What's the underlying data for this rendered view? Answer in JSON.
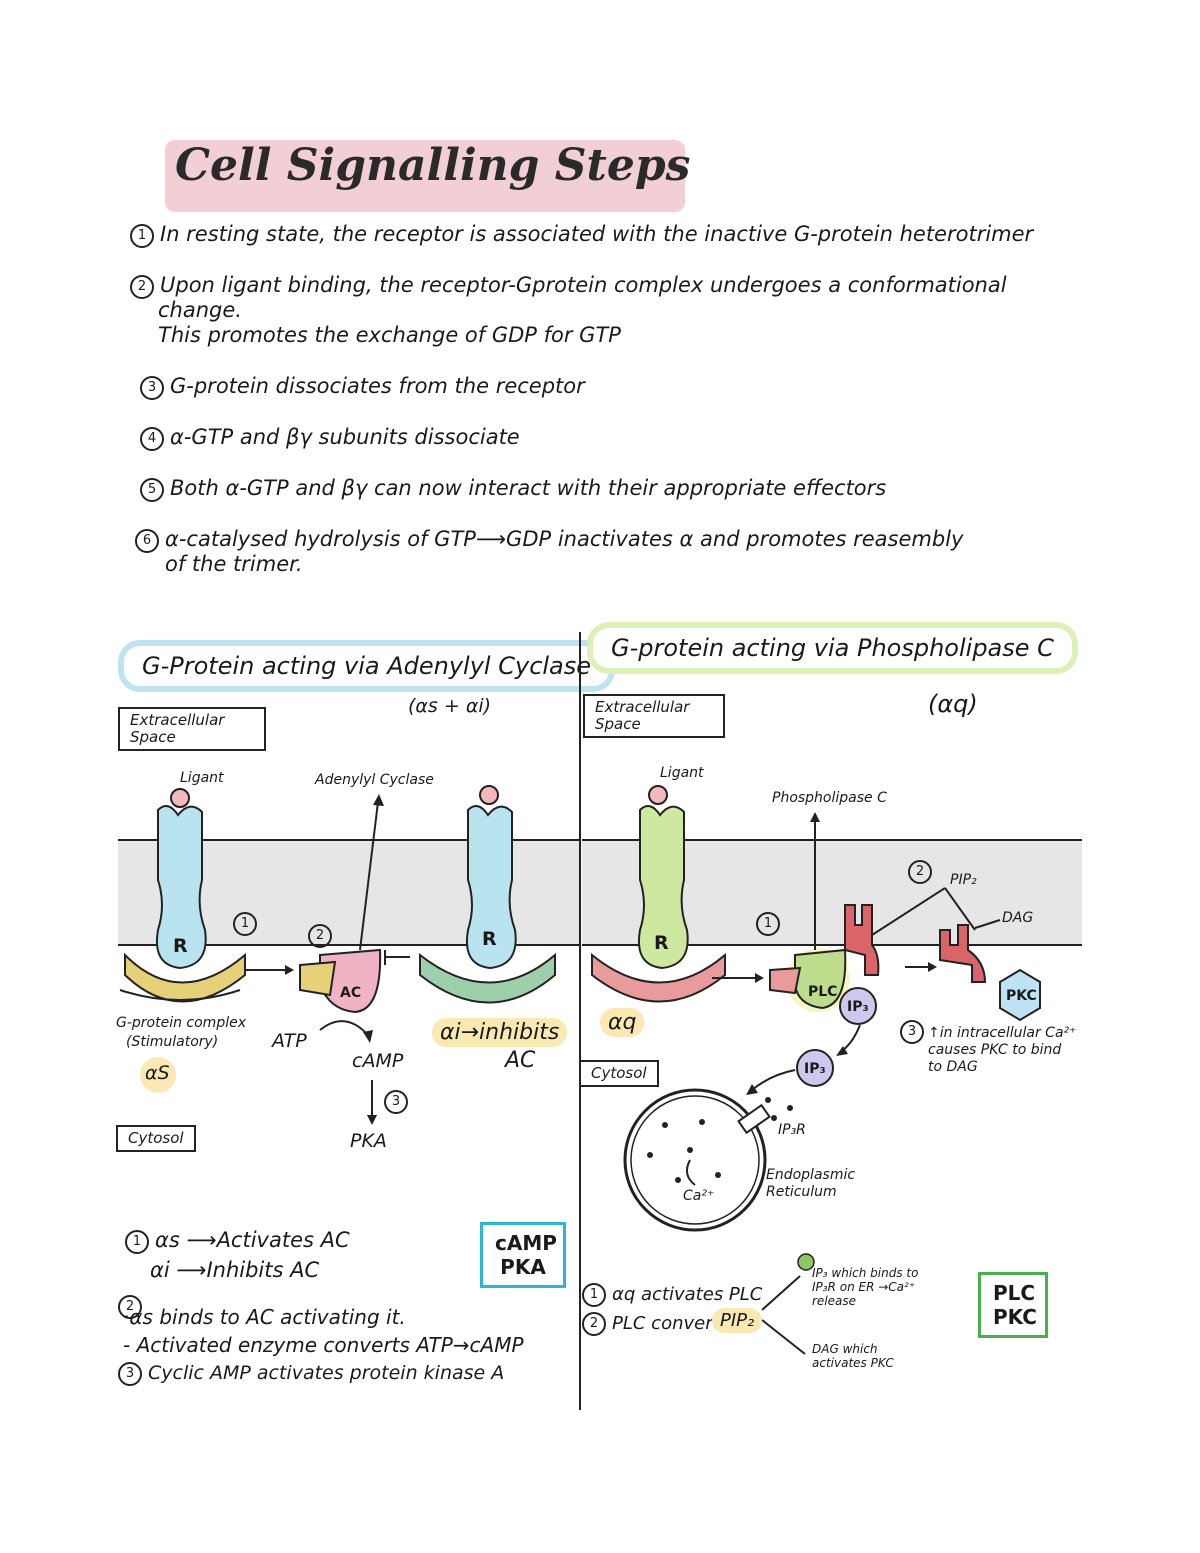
{
  "title": "Cell Signalling Steps",
  "steps": [
    {
      "n": "1",
      "text": "In resting state, the receptor is associated with the inactive G-protein heterotrimer"
    },
    {
      "n": "2",
      "text": "Upon ligant binding, the receptor-Gprotein complex undergoes a conformational",
      "text2": "change.",
      "text3": "This promotes the exchange of GDP for GTP"
    },
    {
      "n": "3",
      "text": "G-protein dissociates from the receptor"
    },
    {
      "n": "4",
      "text": "α-GTP and βγ subunits dissociate"
    },
    {
      "n": "5",
      "text": "Both α-GTP and βγ can now interact with their appropriate effectors"
    },
    {
      "n": "6",
      "text": "α-catalysed hydrolysis of GTP⟶GDP inactivates α and promotes reasembly",
      "text2": "of the trimer."
    }
  ],
  "left": {
    "heading": "G-Protein acting via Adenylyl Cyclase",
    "subtype": "(αs + αi)",
    "extracellular": "Extracellular Space",
    "cytosol": "Cytosol",
    "ligand": "Ligant",
    "ac_label": "Adenylyl Cyclase",
    "receptor": "R",
    "ac": "AC",
    "complex_label": "G-protein complex",
    "complex_sub": "(Stimulatory)",
    "alpha_s": "αS",
    "atp": "ATP",
    "camp": "cAMP",
    "pka": "PKA",
    "alpha_i_note": "αi→inhibits",
    "alpha_i_note2": "AC",
    "n1": "1",
    "n2": "2",
    "n3": "3",
    "notes": [
      "αs ⟶Activates AC",
      "αi ⟶Inhibits AC",
      "·αs binds to AC activating it.",
      "- Activated enzyme converts ATP→cAMP",
      "Cyclic AMP activates protein kinase A"
    ],
    "note_nums": [
      "1",
      "2",
      "3"
    ],
    "card": [
      "cAMP",
      "PKA"
    ]
  },
  "right": {
    "heading": "G-protein acting via Phospholipase C",
    "subtype": "(αq)",
    "extracellular": "Extracellular Space",
    "cytosol": "Cytosol",
    "ligand": "Ligant",
    "plc_label": "Phospholipase C",
    "receptor": "R",
    "plc": "PLC",
    "ip3": "IP₃",
    "pip2": "PIP₂",
    "dag": "DAG",
    "pkc": "PKC",
    "alpha_q": "αq",
    "ip3r": "IP₃R",
    "ca": "Ca²⁺",
    "er": "Endoplasmic Reticulum",
    "step3_note": "↑in intracellular Ca²⁺ causes PKC to bind to DAG",
    "n1": "1",
    "n2": "2",
    "n3": "3",
    "notes": [
      "αq activates PLC",
      "PLC converts",
      "PIP₂",
      "IP₃ which binds to IP₃R on ER →Ca²⁺ release",
      "DAG which activates PKC"
    ],
    "note_nums": [
      "1",
      "2"
    ],
    "card": [
      "PLC",
      "PKC"
    ]
  },
  "colors": {
    "title_bg": "#f2cfd4",
    "receptor_blue": "#b9e3ee",
    "receptor_green": "#cfe8a0",
    "membrane": "#e6e6e6",
    "gs_yellow": "#e7d07a",
    "gi_green": "#9ccfaa",
    "gq_red": "#e99a9a",
    "ac_pink": "#f0b3c4",
    "effector_red": "#d9656a",
    "ip3_purple": "#cfc8ee",
    "pkc_blue": "#bfe3f3",
    "card_cyan": "#2bb6d4",
    "card_green": "#49b04a"
  }
}
